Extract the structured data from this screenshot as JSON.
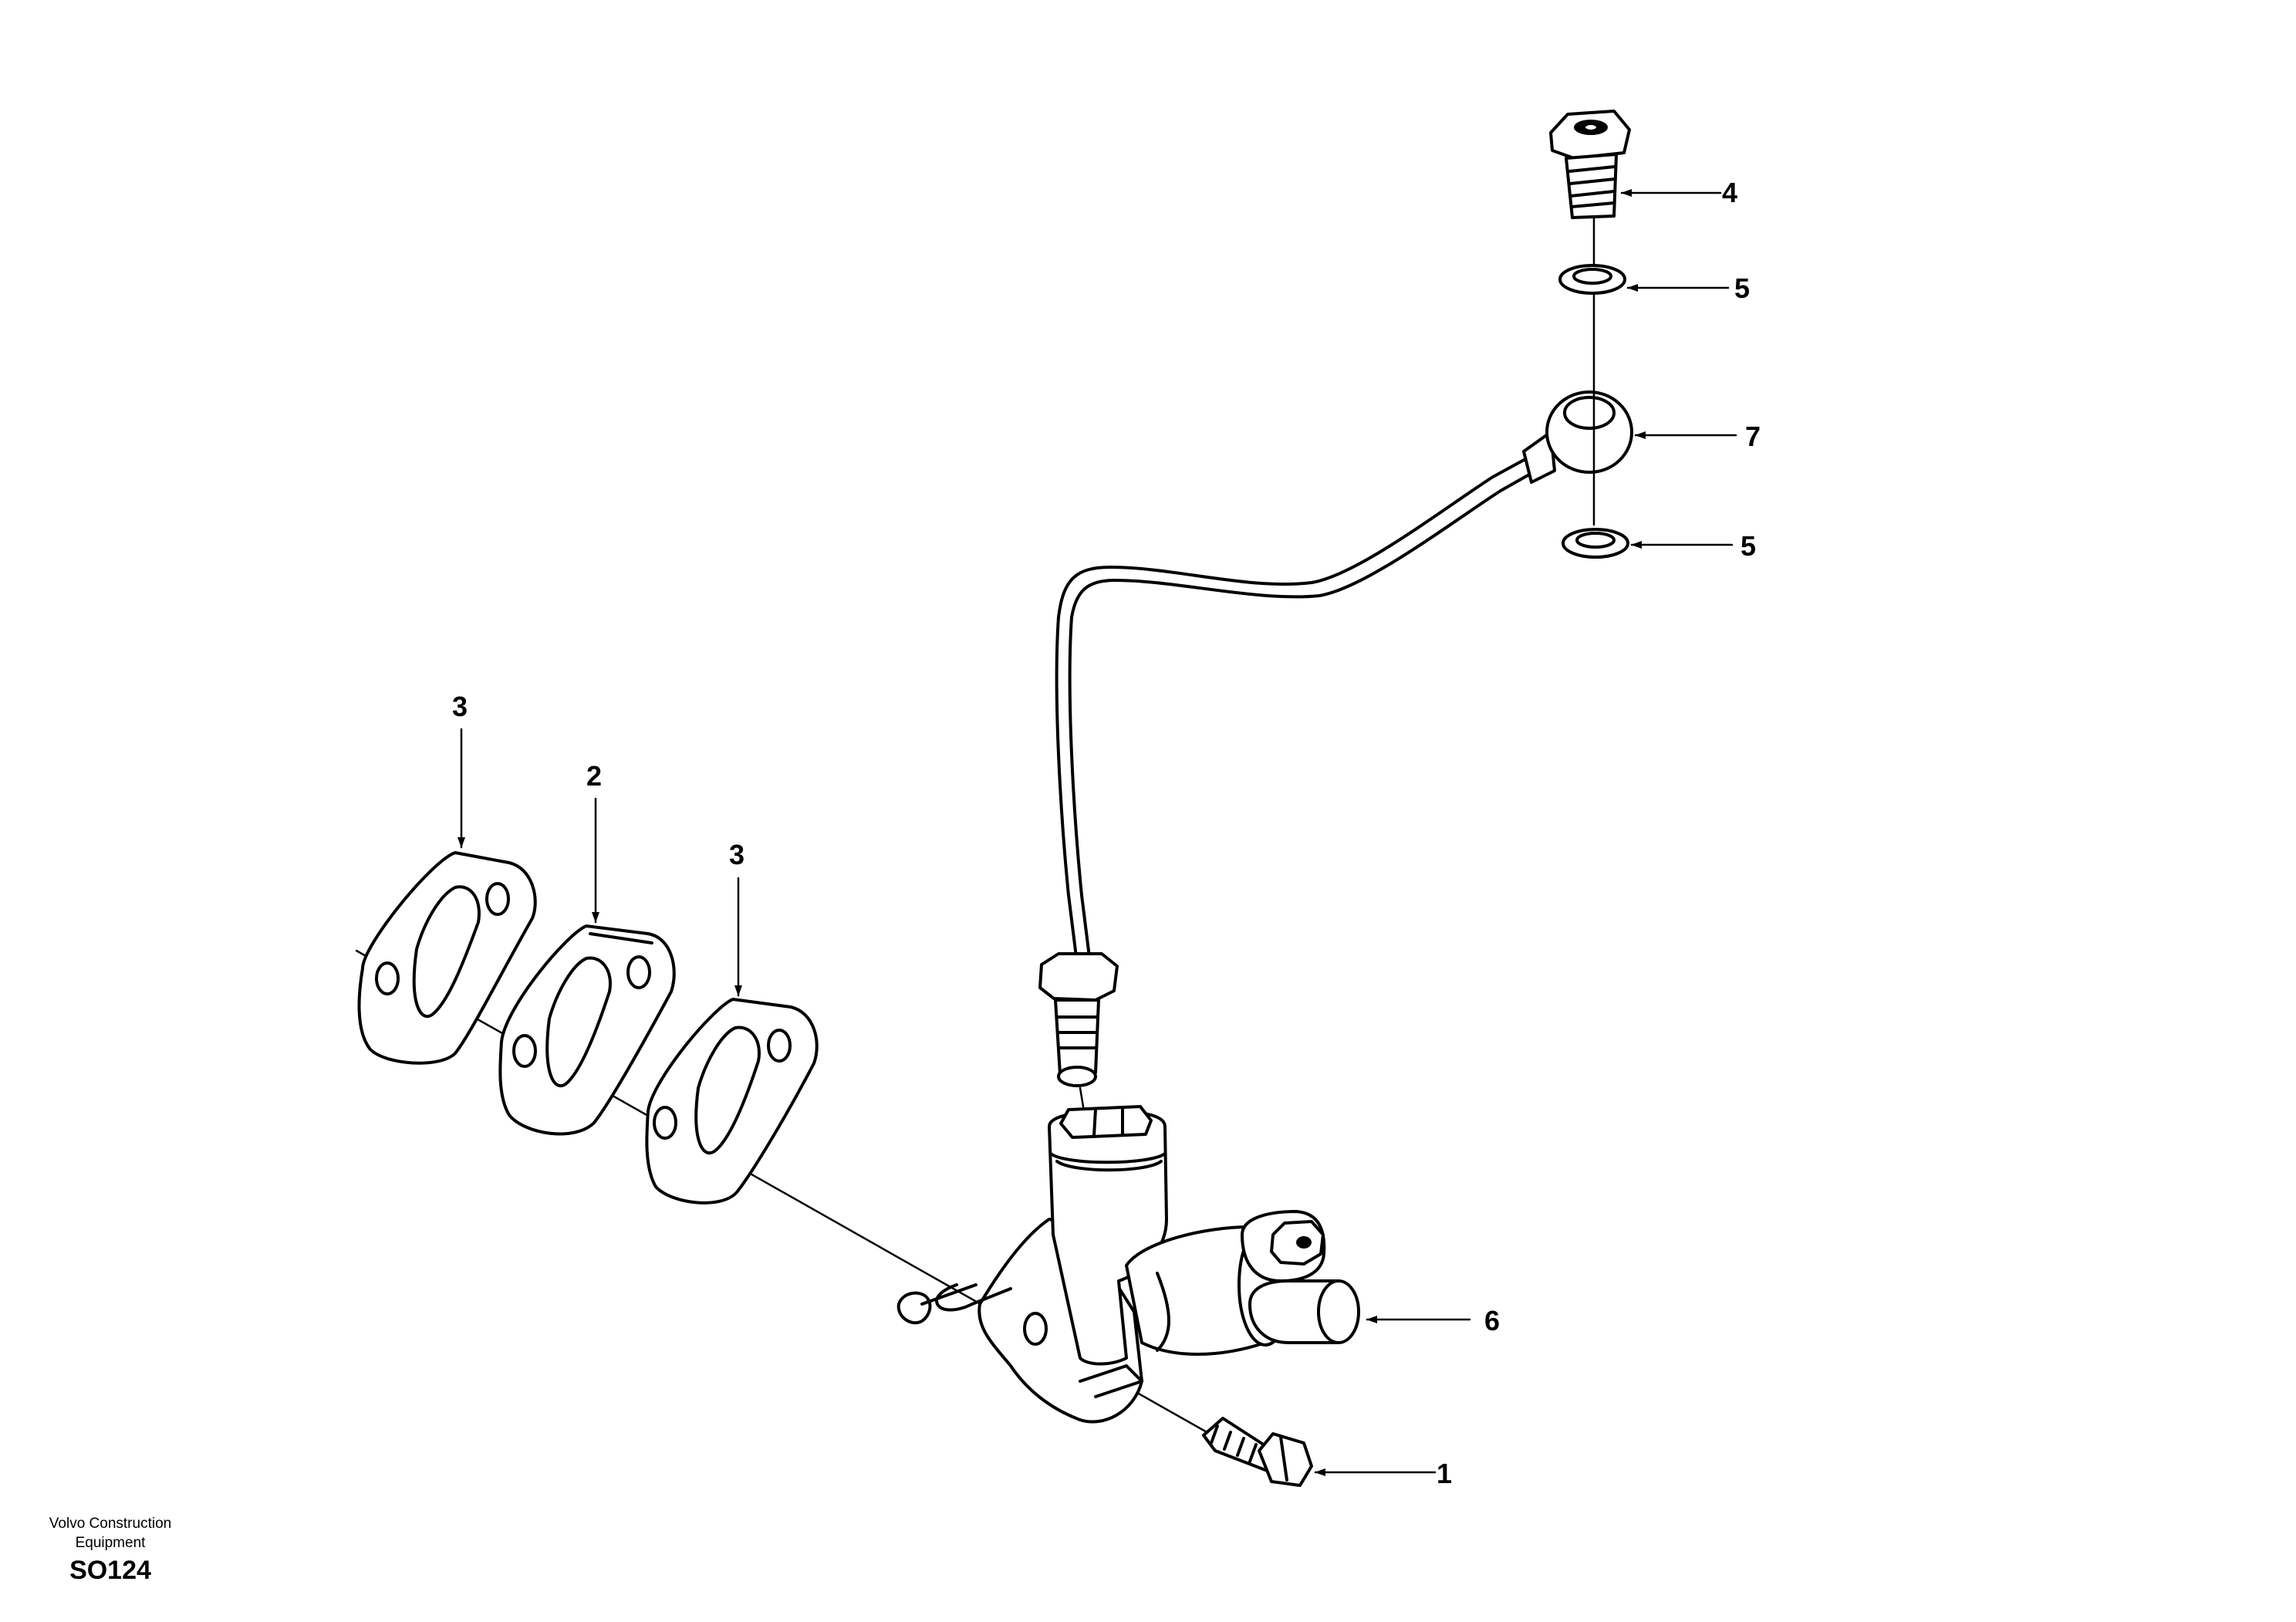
{
  "callouts": [
    {
      "id": "1",
      "label": "1"
    },
    {
      "id": "2",
      "label": "2"
    },
    {
      "id": "3a",
      "label": "3"
    },
    {
      "id": "3b",
      "label": "3"
    },
    {
      "id": "4",
      "label": "4"
    },
    {
      "id": "5a",
      "label": "5"
    },
    {
      "id": "5b",
      "label": "5"
    },
    {
      "id": "6",
      "label": "6"
    },
    {
      "id": "7",
      "label": "7"
    }
  ],
  "footer": {
    "brand_line1": "Volvo Construction",
    "brand_line2": "Equipment",
    "code": "SO124"
  }
}
